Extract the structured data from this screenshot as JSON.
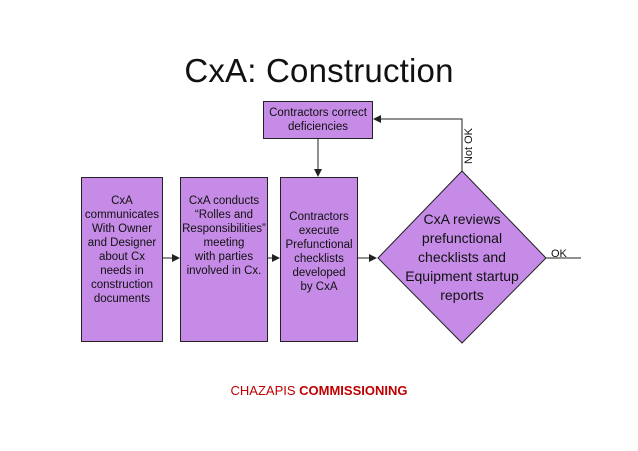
{
  "title": "CxA: Construction",
  "nodes": {
    "correct": "Contractors correct\ndeficiencies",
    "communicates": "CxA\ncommunicates\nWith Owner\nand Designer\nabout Cx\nneeds in\nconstruction\ndocuments",
    "conducts": "CxA conducts\n“Rolles and\nResponsibilities”\nmeeting\nwith parties\ninvolved in Cx.",
    "execute": "Contractors\nexecute\nPrefunctional\nchecklists\ndeveloped\nby CxA",
    "reviews": "CxA reviews\nprefunctional\nchecklists and\nEquipment startup\nreports"
  },
  "labels": {
    "ok": "OK",
    "not_ok": "Not OK"
  },
  "footer": {
    "name": "CHAZAPIS",
    "business": "COMMISSIONING"
  },
  "colors": {
    "node_fill": "#c58be6",
    "footer_text": "#c00000"
  }
}
